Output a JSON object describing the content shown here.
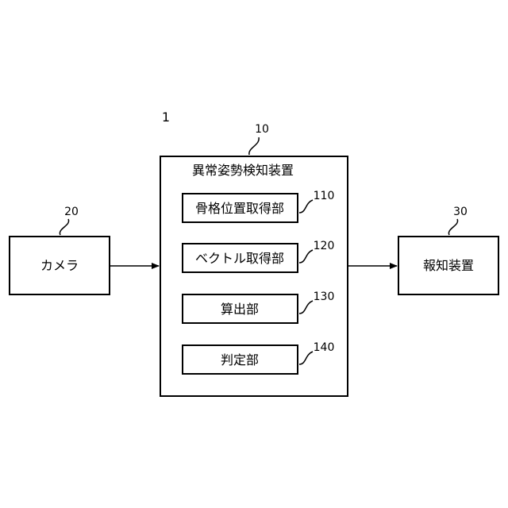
{
  "system": {
    "ref": "1"
  },
  "camera": {
    "label": "カメラ",
    "ref": "20"
  },
  "detector": {
    "label": "異常姿勢検知装置",
    "ref": "10",
    "units": [
      {
        "label": "骨格位置取得部",
        "ref": "110"
      },
      {
        "label": "ベクトル取得部",
        "ref": "120"
      },
      {
        "label": "算出部",
        "ref": "130"
      },
      {
        "label": "判定部",
        "ref": "140"
      }
    ]
  },
  "notifier": {
    "label": "報知装置",
    "ref": "30"
  }
}
